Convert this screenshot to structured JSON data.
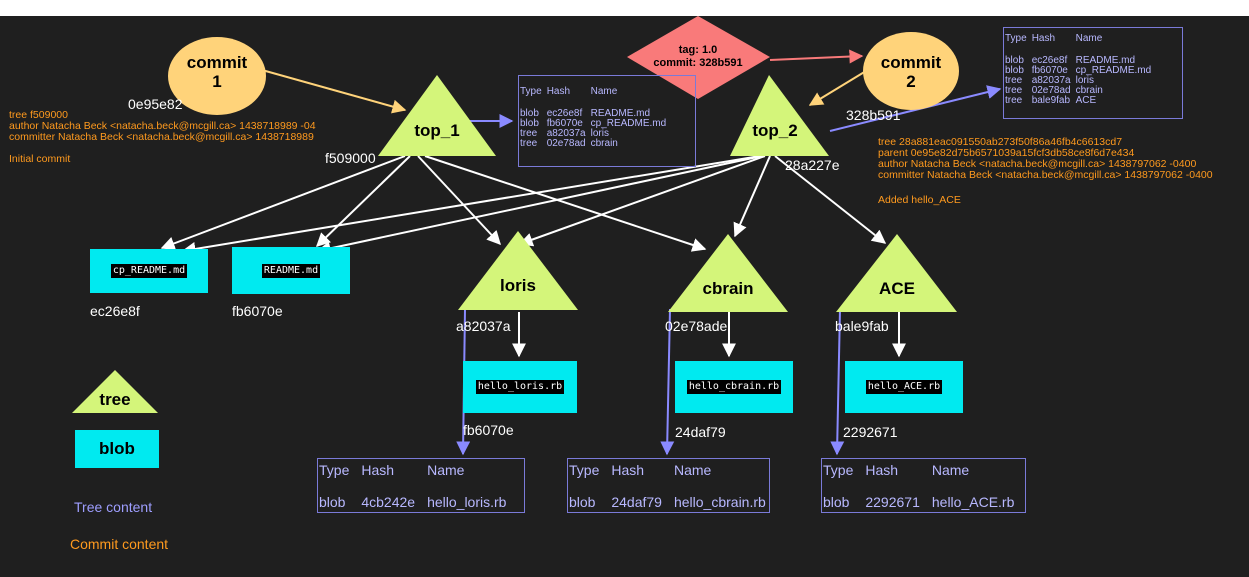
{
  "commits": {
    "c1": {
      "label": "commit\n1",
      "hash": "0e95e82"
    },
    "c2": {
      "label": "commit\n2",
      "hash": "328b591"
    }
  },
  "tag": {
    "line1": "tag: 1.0",
    "line2": "commit: 328b591"
  },
  "trees": {
    "top1": {
      "label": "top_1",
      "hash": "f509000"
    },
    "top2": {
      "label": "top_2",
      "hash": "28a227e"
    },
    "loris": {
      "label": "loris",
      "hash": "a82037a"
    },
    "cbrain": {
      "label": "cbrain",
      "hash": "02e78ade"
    },
    "ace": {
      "label": "ACE",
      "hash": "bale9fab"
    }
  },
  "blobs": {
    "cp_readme": {
      "file": "cp_README.md",
      "hash": "ec26e8f"
    },
    "readme": {
      "file": "README.md",
      "hash": "fb6070e"
    },
    "loris": {
      "file": "hello_loris.rb",
      "hash": "fb6070e"
    },
    "cbrain": {
      "file": "hello_cbrain.rb",
      "hash": "24daf79"
    },
    "ace": {
      "file": "hello_ACE.rb",
      "hash": "2292671"
    }
  },
  "commit1_content": [
    "tree f509000",
    "author Natacha Beck <natacha.beck@mcgill.ca> 1438718989 -04",
    "committer Natacha Beck <natacha.beck@mcgill.ca> 1438718989",
    "",
    "Initial commit"
  ],
  "commit2_content": [
    "tree 28a881eac091550ab273f50f86a46fb4c6613cd7",
    "parent 0e95e82d75b6571039a15fcf3db58ce8f6d7e434",
    "author Natacha Beck <natacha.beck@mcgill.ca> 1438797062 -0400",
    "committer Natacha Beck <natacha.beck@mcgill.ca> 1438797062 -0400",
    "",
    "Added hello_ACE"
  ],
  "tree_tables": {
    "top1": {
      "headers": [
        "Type",
        "Hash",
        "Name"
      ],
      "rows": [
        [
          "blob",
          "ec26e8f",
          "README.md"
        ],
        [
          "blob",
          "fb6070e",
          "cp_README.md"
        ],
        [
          "tree",
          "a82037a",
          "loris"
        ],
        [
          "tree",
          "02e78ad",
          "cbrain"
        ]
      ]
    },
    "top2": {
      "headers": [
        "Type",
        "Hash",
        "Name"
      ],
      "rows": [
        [
          "blob",
          "ec26e8f",
          "README.md"
        ],
        [
          "blob",
          "fb6070e",
          "cp_README.md"
        ],
        [
          "tree",
          "a82037a",
          "loris"
        ],
        [
          "tree",
          "02e78ad",
          "cbrain"
        ],
        [
          "tree",
          "bale9fab",
          "ACE"
        ]
      ]
    },
    "loris": {
      "headers": [
        "Type",
        "Hash",
        "Name"
      ],
      "rows": [
        [
          "blob",
          "4cb242e",
          "hello_loris.rb"
        ]
      ]
    },
    "cbrain": {
      "headers": [
        "Type",
        "Hash",
        "Name"
      ],
      "rows": [
        [
          "blob",
          "24daf79",
          "hello_cbrain.rb"
        ]
      ]
    },
    "ace": {
      "headers": [
        "Type",
        "Hash",
        "Name"
      ],
      "rows": [
        [
          "blob",
          "2292671",
          "hello_ACE.rb"
        ]
      ]
    }
  },
  "legend": {
    "tree": "tree",
    "blob": "blob",
    "tree_content": "Tree content",
    "commit_content": "Commit content"
  },
  "colors": {
    "background": "#1f1f1f",
    "commit": "#ffd37a",
    "tree": "#d4f57a",
    "blob": "#00eaf0",
    "tag": "#f97a7a",
    "tree_content": "#9e9eff",
    "commit_content": "#ff9a1e"
  }
}
